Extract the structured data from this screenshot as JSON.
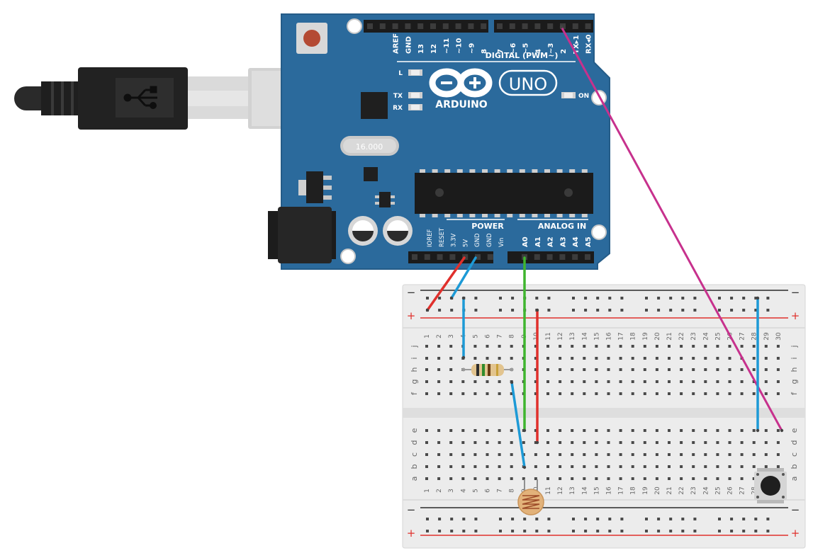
{
  "board": {
    "brand": "ARDUINO",
    "model": "UNO",
    "crystal": "16.000",
    "digital_header_title": "DIGITAL (PWM~)",
    "digital_pin_labels": [
      "AREF",
      "GND",
      "13",
      "12",
      "~11",
      "~10",
      "~9",
      "8",
      "7",
      "~6",
      "~5",
      "4",
      "~3",
      "2",
      "TX▸1",
      "RX◂0"
    ],
    "led_labels": {
      "l": "L",
      "tx": "TX",
      "rx": "RX",
      "on": "ON"
    },
    "power_title": "POWER",
    "power_pin_labels": [
      "IOREF",
      "RESET",
      "3.3V",
      "5V",
      "GND",
      "GND",
      "Vin"
    ],
    "analog_title": "ANALOG IN",
    "analog_pin_labels": [
      "A0",
      "A1",
      "A2",
      "A3",
      "A4",
      "A5"
    ]
  },
  "breadboard": {
    "columns": [
      "1",
      "2",
      "3",
      "4",
      "5",
      "6",
      "7",
      "8",
      "9",
      "10",
      "11",
      "12",
      "13",
      "14",
      "15",
      "16",
      "17",
      "18",
      "19",
      "20",
      "21",
      "22",
      "23",
      "24",
      "25",
      "26",
      "27",
      "28",
      "29",
      "30"
    ],
    "top_rows": [
      "j",
      "i",
      "h",
      "g",
      "f"
    ],
    "bottom_rows": [
      "e",
      "d",
      "c",
      "b",
      "a"
    ],
    "rail_minus": "−",
    "rail_plus": "+"
  },
  "colors": {
    "board": "#2b6a9c",
    "wire_red": "#e0302c",
    "wire_blue": "#1d9ad6",
    "wire_green": "#3fb52e",
    "wire_magenta": "#c7318d",
    "breadboard": "#ececec",
    "header": "#1b1b1b"
  },
  "components": [
    "usb-cable",
    "resistor",
    "photoresistor",
    "pushbutton"
  ]
}
